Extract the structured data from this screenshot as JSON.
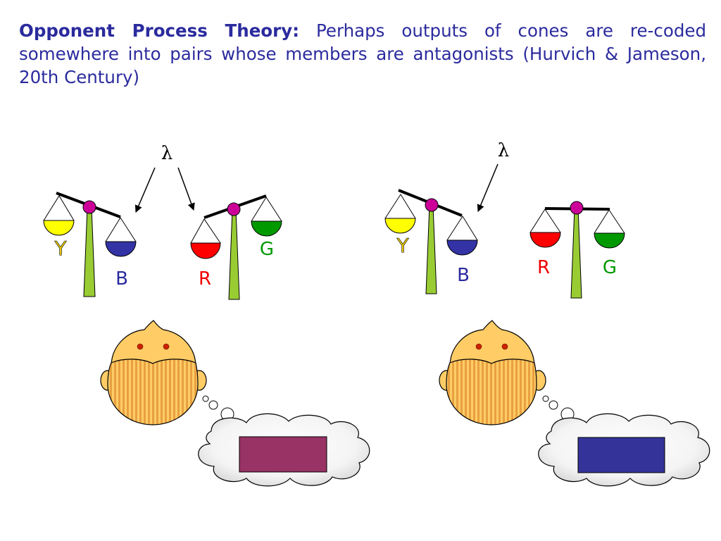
{
  "heading": {
    "title": "Opponent Process Theory:",
    "body": "Perhaps outputs of cones are re-coded somewhere into pairs whose members are antagonists (Hurvich & Jameson, 20th Century)"
  },
  "diagram": {
    "wavelength_symbol": "λ",
    "labels": {
      "yellow": "Y",
      "blue": "B",
      "red": "R",
      "green": "G"
    },
    "colors": {
      "yellow": "#ffff00",
      "blue": "#3333a6",
      "red": "#ff0000",
      "green": "#009900",
      "stand": "#99cc33",
      "pivot": "#cc0099",
      "face": "#ffcc66",
      "beard": "#e8a040",
      "perceived_left": "#993366",
      "perceived_right": "#333399",
      "label_yellow": "#e6c800",
      "label_blue": "#2b2b9e",
      "label_red": "#ee0000",
      "label_green": "#009900"
    }
  }
}
